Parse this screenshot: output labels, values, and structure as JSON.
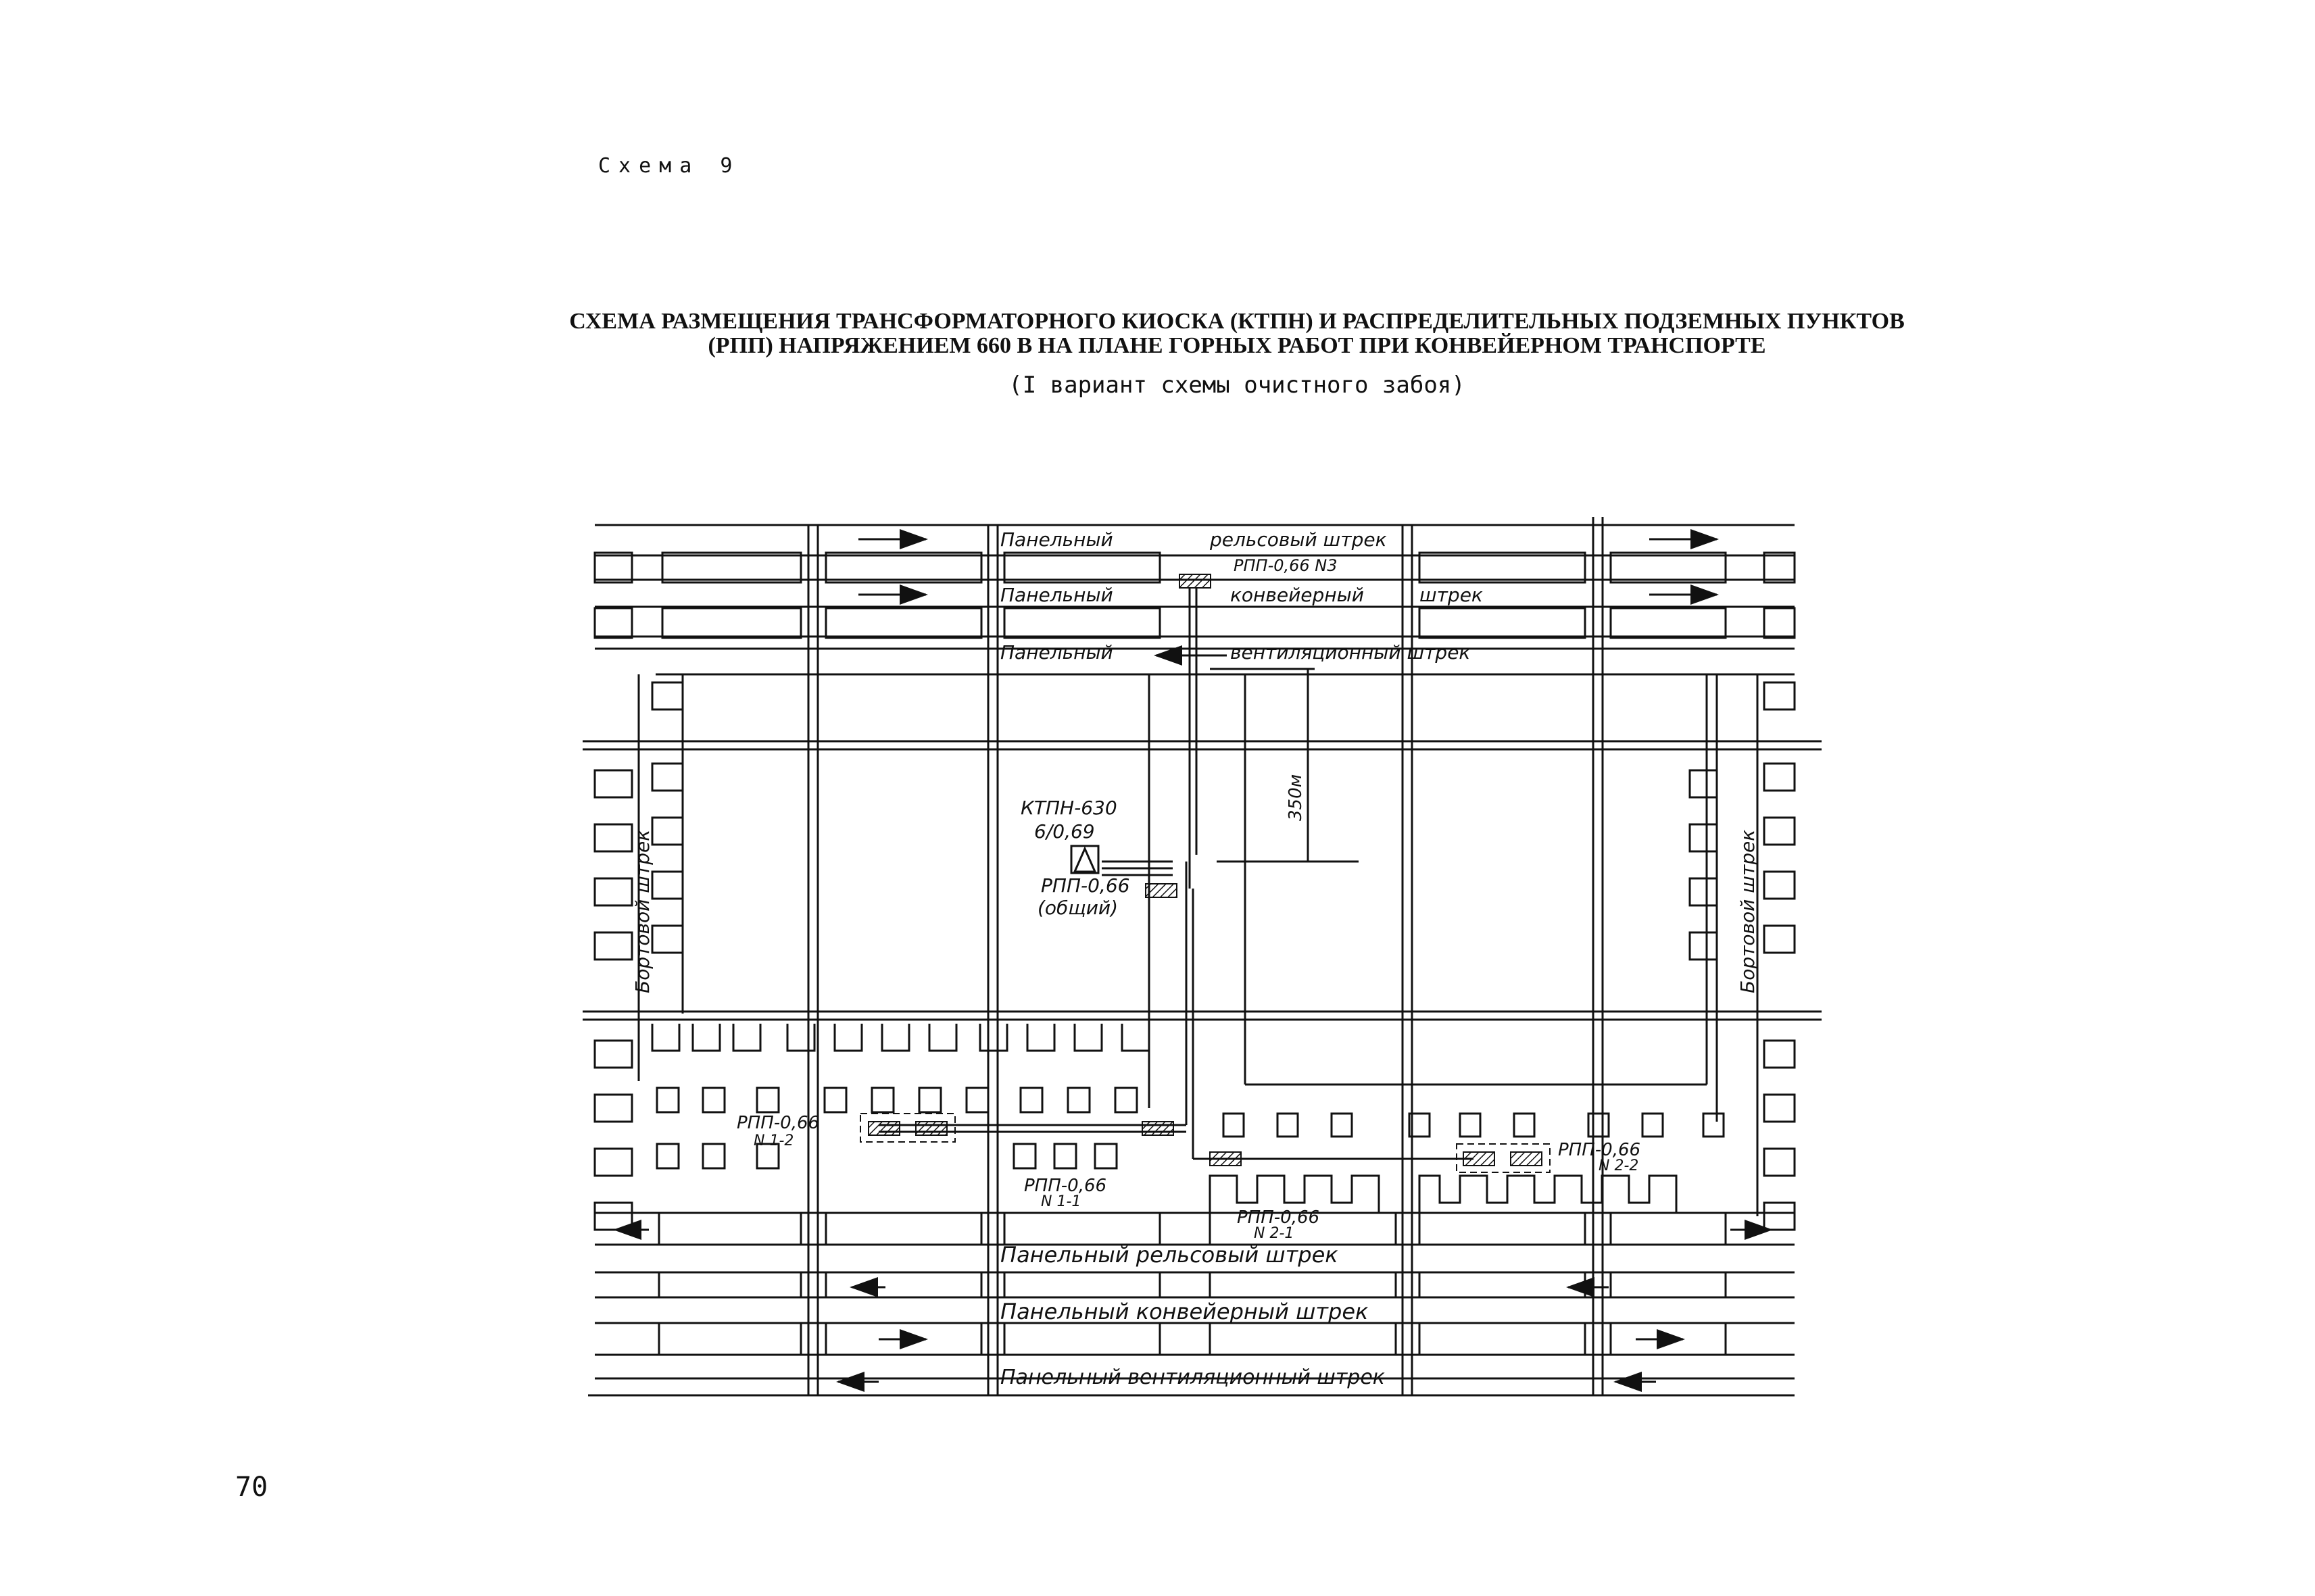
{
  "header": {
    "schema_label": "Схема 9"
  },
  "title": {
    "line1": "СХЕМА РАЗМЕЩЕНИЯ ТРАНСФОРМАТОРНОГО КИОСКА (КТПН) И РАСПРЕДЕЛИТЕЛЬНЫХ ПОДЗЕМНЫХ ПУНКТОВ",
    "line2": "(РПП) НАПРЯЖЕНИЕМ 660 В НА ПЛАНЕ ГОРНЫХ РАБОТ ПРИ КОНВЕЙЕРНОМ ТРАНСПОРТЕ",
    "line3": "(I вариант схемы очистного забоя)"
  },
  "diagram": {
    "labels": {
      "top_rail_left": "Панельный",
      "top_rail_right": "рельсовый штрек",
      "top_rpp": "РПП-0,66 N3",
      "top_conv_left": "Панельный",
      "top_conv_mid": "конвейерный",
      "top_conv_right": "штрек",
      "top_vent_left": "Панельный",
      "top_vent_right": "вентиляционный штрек",
      "dimension": "350м",
      "ktpn_line1": "КТПН-630",
      "ktpn_line2": "6/0,69",
      "rpp_common_line1": "РПП-0,66",
      "rpp_common_line2": "(общий)",
      "side_left": "Бортовой штрек",
      "side_right": "Бортовой штрек",
      "rpp_12_line1": "РПП-0,66",
      "rpp_12_line2": "N 1-2",
      "rpp_11_line1": "РПП-0,66",
      "rpp_11_line2": "N 1-1",
      "rpp_22_line1": "РПП-0,66",
      "rpp_22_line2": "N 2-2",
      "rpp_21_line1": "РПП-0,66",
      "rpp_21_line2": "N 2-1",
      "bottom_rail": "Панельный рельсовый штрек",
      "bottom_conv": "Панельный конвейерный штрек",
      "bottom_vent": "Панельный вентиляционный штрек"
    }
  },
  "footer": {
    "page_number": "70"
  }
}
